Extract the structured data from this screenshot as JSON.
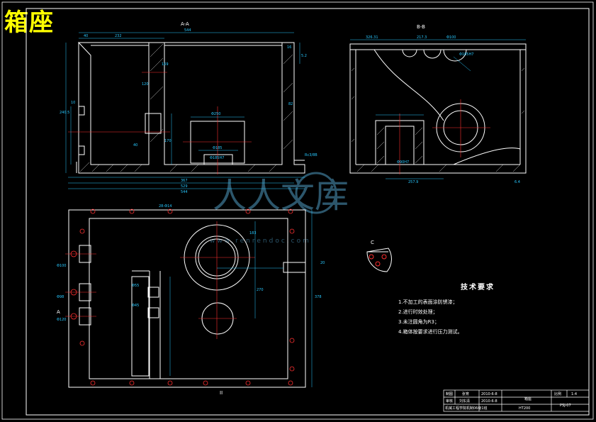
{
  "drawing_title": "箱座",
  "sections": {
    "view_aa": "A-A",
    "view_bb": "B-B",
    "view_c": "C",
    "view_a_mark": "A"
  },
  "dimensions_aa": {
    "top_overall": "544",
    "top_left": "232",
    "top_small": "40",
    "right_a": "16",
    "right_b": "5.2",
    "left_height": "240.5",
    "mid_height": "169",
    "inner_height": "170",
    "inner_a": "82",
    "inner_b": "120",
    "bore_label": "Φ250",
    "bore_small": "Φ185",
    "bore_tol": "Φ185H7",
    "small_a": "10",
    "small_b": "40",
    "bot_left": "367",
    "bot_mid": "529",
    "bot_overall": "544",
    "right_mark": "Rc3/8B"
  },
  "dimensions_bb": {
    "top_left": "326.31",
    "top_mid": "217.3",
    "top_right": "Φ100",
    "bore_b": "Φ185H7",
    "bot_a": "Φ90H7",
    "bot_b": "257.9",
    "side": "6.4"
  },
  "dimensions_plan": {
    "tl": "28-Φ14",
    "right_h": "378",
    "right_b": "20",
    "mid_v": "270",
    "mid_h": "183",
    "left_a": "Φ100",
    "left_b": "Φ98",
    "left_c": "Φ120",
    "boss_a": "Φ55",
    "boss_b": "Φ45",
    "mark_ii": "II"
  },
  "tech_requirements": {
    "title": "技术要求",
    "items": [
      "1.不加工的表面涂防锈漆；",
      "2.进行时效处理；",
      "3.未注圆角为R3；",
      "4.箱体按要求进行压力测试。"
    ]
  },
  "title_block": {
    "row1": [
      "制图",
      "张育",
      "2010-6-8",
      "箱座",
      "比例",
      "1:4"
    ],
    "row2": [
      "审核",
      "刘东清",
      "2010-6-8",
      "",
      "",
      ""
    ],
    "row3": [
      "机械工程学院机制06级1班",
      "HT200",
      "PSJ-07"
    ]
  },
  "watermark": {
    "text": "人人文库",
    "url": "www.renrendoc.com"
  },
  "colors": {
    "background": "#000000",
    "outline": "#ffffff",
    "dimension": "#28c8ff",
    "centerline": "#ff3030",
    "title": "#ffff00"
  }
}
